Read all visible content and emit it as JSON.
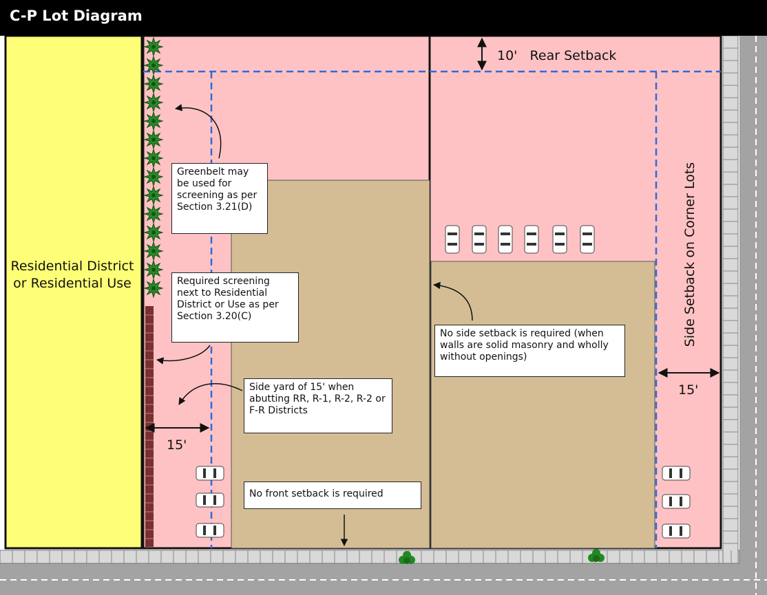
{
  "title": "C-P Lot Diagram",
  "labels": {
    "residential": "Residential District or Residential Use",
    "rear_setback_dim": "10'",
    "rear_setback": "Rear Setback",
    "side_setback_corner": "Side Setback on Corner Lots",
    "side_yard_dim_left": "15'",
    "side_setback_dim_right": "15'"
  },
  "callouts": {
    "greenbelt": "Greenbelt may be used for screening as per Section 3.21(D)",
    "screening": "Required screening next to Residential District or Use as per Section 3.20(C)",
    "side_yard": "Side yard of 15' when abutting RR, R-1, R-2, R-2 or F-R Districts",
    "front_setback": "No front setback is required",
    "no_side_setback": "No side setback is required (when walls are solid masonry and wholly without openings)"
  },
  "colors": {
    "residential": "#ffff77",
    "setback": "#ffc2c4",
    "building": "#d4bd95",
    "street": "#a3a3a3",
    "sidewalk": "#d9d9d9",
    "setback_line": "#2f6bd8",
    "tree": "#228822",
    "wall": "#7a3030"
  }
}
